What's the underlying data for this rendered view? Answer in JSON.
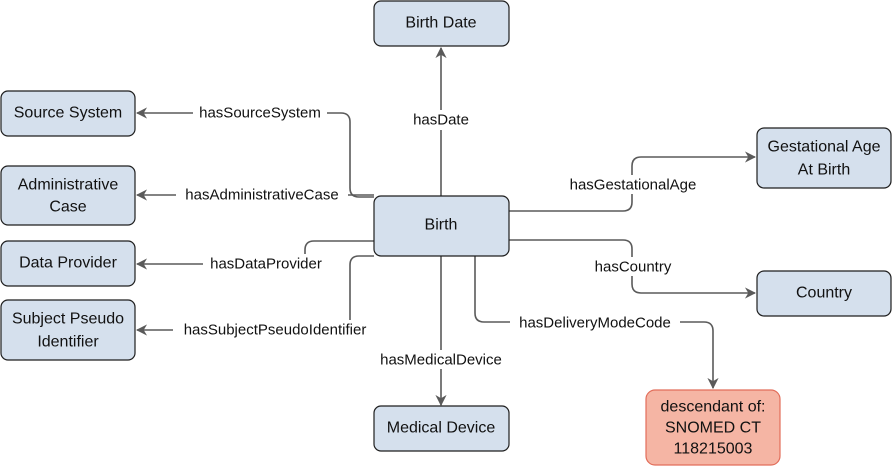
{
  "nodes": {
    "birth": {
      "label": "Birth"
    },
    "birth_date": {
      "label": "Birth Date"
    },
    "source_system": {
      "label": "Source System"
    },
    "administrative_case": {
      "label": [
        "Administrative",
        "Case"
      ]
    },
    "data_provider": {
      "label": "Data Provider"
    },
    "subject_pseudo_identifier": {
      "label": [
        "Subject Pseudo",
        "Identifier"
      ]
    },
    "medical_device": {
      "label": "Medical Device"
    },
    "gestational_age": {
      "label": [
        "Gestational Age",
        "At Birth"
      ]
    },
    "country": {
      "label": "Country"
    },
    "delivery_mode": {
      "label": [
        "descendant of:",
        "SNOMED CT",
        "118215003"
      ]
    }
  },
  "edges": {
    "has_date": "hasDate",
    "has_source_system": "hasSourceSystem",
    "has_administrative_case": "hasAdministrativeCase",
    "has_data_provider": "hasDataProvider",
    "has_subject_pseudo_identifier": "hasSubjectPseudoIdentifier",
    "has_medical_device": "hasMedicalDevice",
    "has_gestational_age": "hasGestationalAge",
    "has_country": "hasCountry",
    "has_delivery_mode_code": "hasDeliveryModeCode"
  },
  "colors": {
    "node_fill": "#d5e0ed",
    "node_stroke": "#1e1e1e",
    "highlight_fill": "#f5b5a4",
    "highlight_stroke": "#e26d5a",
    "edge_color": "#5a5a5a"
  }
}
